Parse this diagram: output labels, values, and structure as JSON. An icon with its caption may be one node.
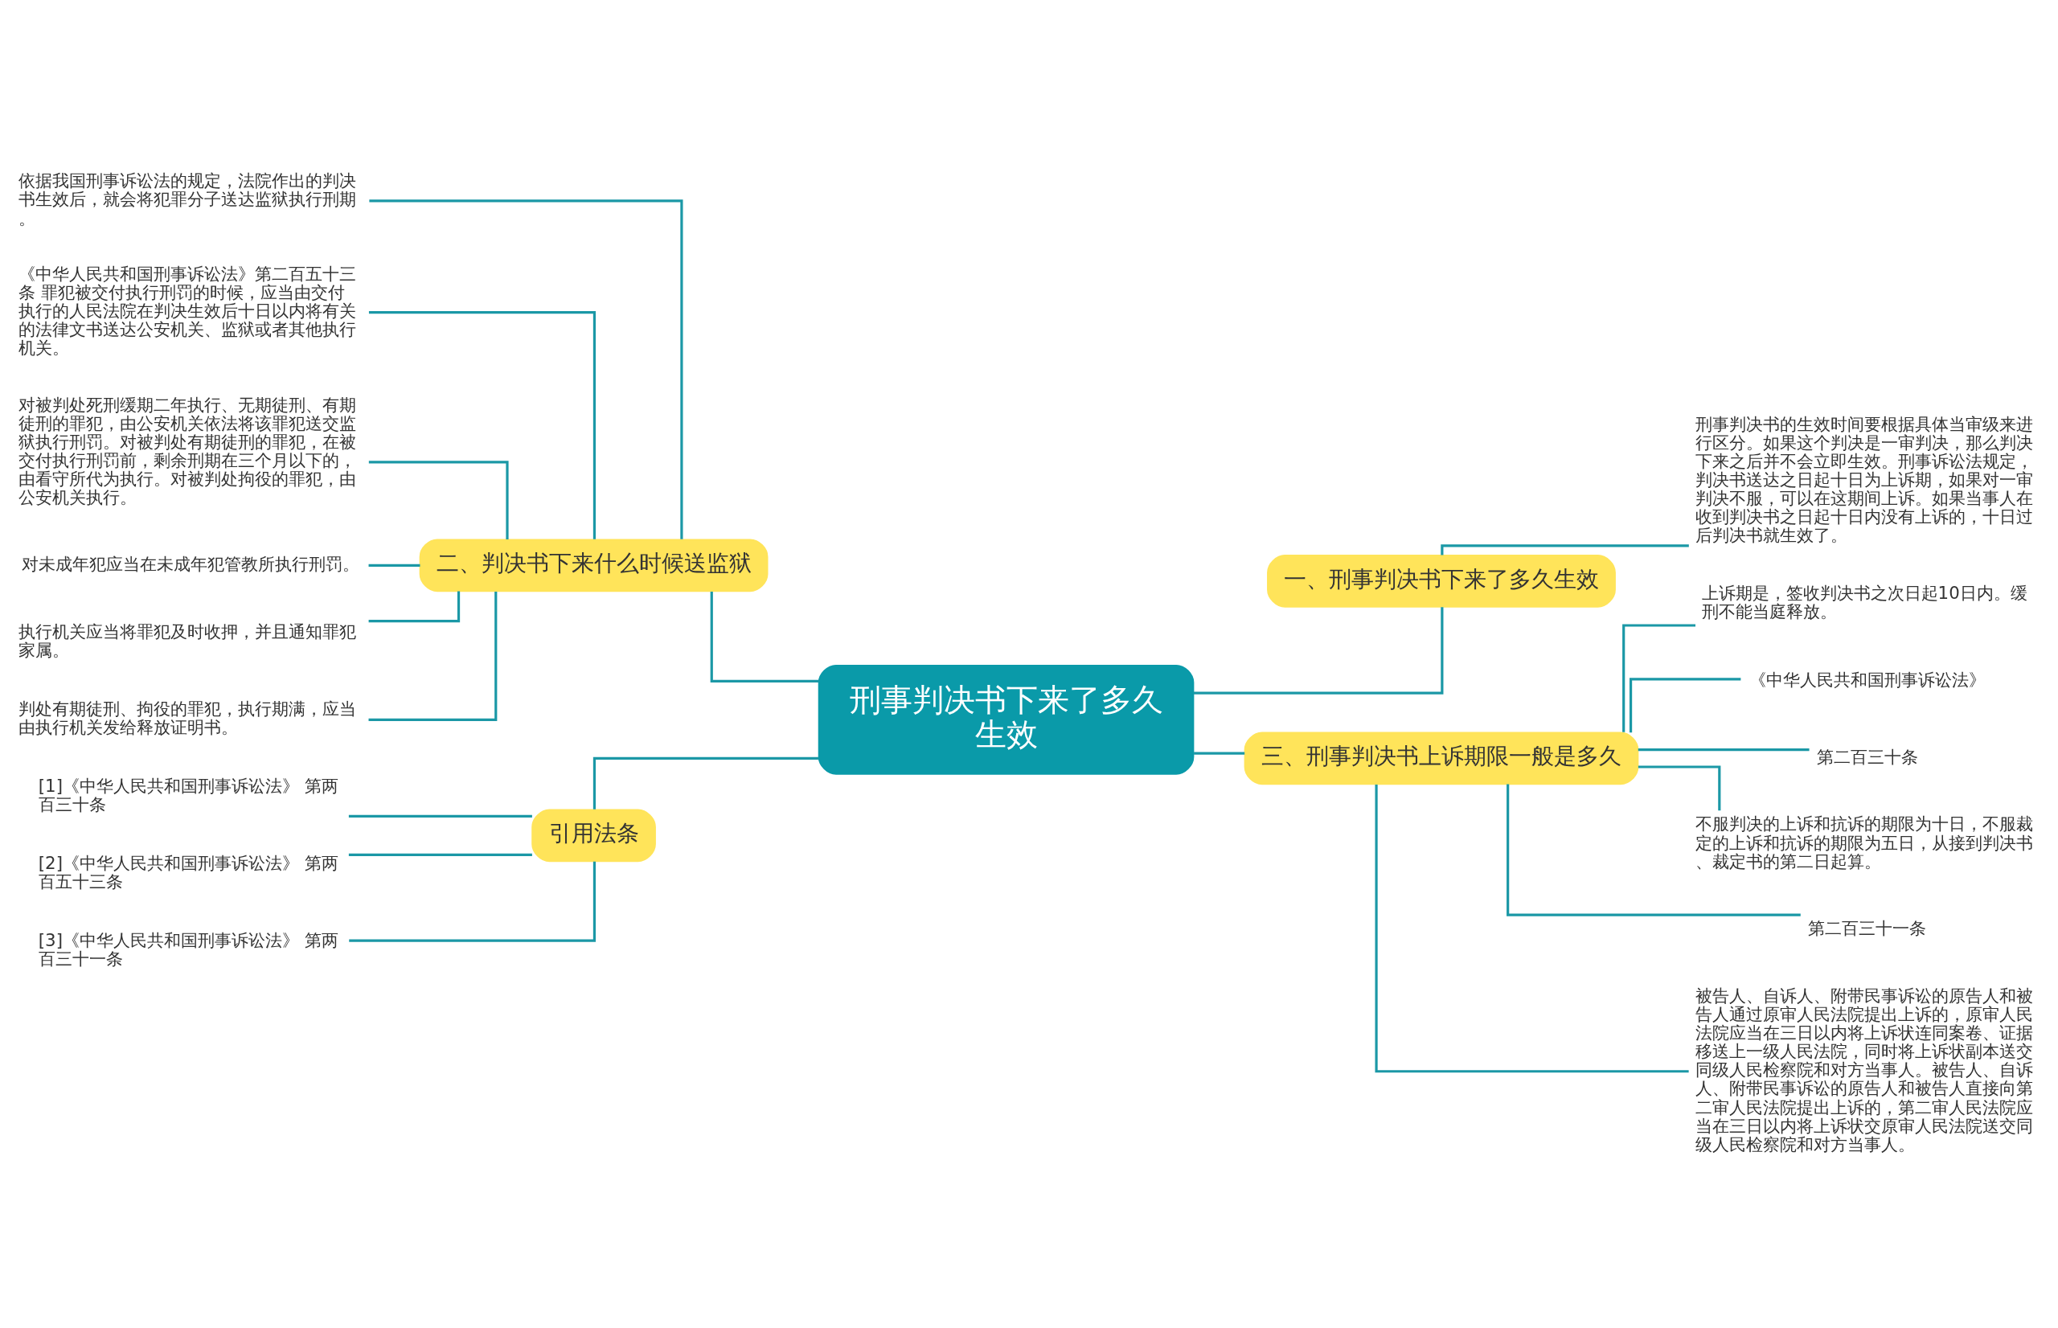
{
  "diagram": {
    "nodes": [
      {
        "text": [
          "刑事判决书下来了多久生效"
        ]
      },
      {
        "text": [
          "二、判决书下来什么时候送监狱"
        ]
      },
      {
        "text": [
          "依据我国刑事诉讼法的规定，法院作出的判决书生效后，就会将犯罪分子送达监狱执行刑期。"
        ]
      },
      {
        "text": [
          "《中华人民共和国刑事诉讼法》第二百五十三条 罪犯被交付执行刑罚的时候，应当由交付执行的人民法院在判决生效后十日以内将有关的法律文书送达公安机关、监狱或者其他执行机关。"
        ]
      },
      {
        "text": [
          "对被判处死刑缓期二年执行、无期徒刑、有期徒刑的罪犯，由公安机关依法将该罪犯送交监狱执行刑罚。对被判处有期徒刑的罪犯，在被交付执行刑罚前，剩余刑期在三个月以下的，由看守所代为执行。对被判处拘役的罪犯，由公安机关执行。"
        ]
      },
      {
        "text": [
          "对未成年犯应当在未成年犯管教所执行刑罚。"
        ]
      },
      {
        "text": [
          "执行机关应当将罪犯及时收押，并且通知罪犯家属。"
        ]
      },
      {
        "text": [
          "判处有期徒刑、拘役的罪犯，执行期满，应当由执行机关发给释放证明书。"
        ]
      },
      {
        "text": [
          "引用法条"
        ]
      },
      {
        "text": [
          "[1]《中华人民共和国刑事诉讼法》 第两百三十条"
        ]
      },
      {
        "text": [
          "[2]《中华人民共和国刑事诉讼法》 第两百五十三条"
        ]
      },
      {
        "text": [
          "[3]《中华人民共和国刑事诉讼法》 第两百三十一条"
        ]
      },
      {
        "text": [
          "一、刑事判决书下来了多久生效"
        ]
      },
      {
        "text": [
          "刑事判决书的生效时间要根据具体当审级来进行区分。如果这个判决是一审判决，那么判决下来之后并不会立即生效。刑事诉讼法规定，判决书送达之日起十日为上诉期，如果对一审判决不服，可以在这期间上诉。如果当事人在收到判决书之日起十日内没有上诉的，十日过后判决书就生效了。"
        ]
      },
      {
        "text": [
          "三、刑事判决书上诉期限一般是多久"
        ]
      },
      {
        "text": [
          "上诉期是，签收判决书之次日起10日内。缓刑不能当庭释放。"
        ]
      },
      {
        "text": [
          "《中华人民共和国刑事诉讼法》"
        ]
      },
      {
        "text": [
          "第二百三十条"
        ]
      },
      {
        "text": [
          "不服判决的上诉和抗诉的期限为十日，不服裁定的上诉和抗诉的期限为五日，从接到判决书、裁定书的第二日起算。"
        ]
      },
      {
        "text": [
          "第二百三十一条"
        ]
      },
      {
        "text": [
          "被告人、自诉人、附带民事诉讼的原告人和被告人通过原审人民法院提出上诉的，原审人民法院应当在三日以内将上诉状连同案卷、证据移送上一级人民法院，同时将上诉状副本送交同级人民检察院和对方当事人。被告人、自诉人、附带民事诉讼的原告人和被告人直接向第二审人民法院提出上诉的，第二审人民法院应当在三日以内将上诉状交原审人民法院送交同级人民检察院和对方当事人。"
        ]
      }
    ],
    "edges": [
      {
        "from": 0,
        "to": 1,
        "arrow": "none"
      },
      {
        "from": 1,
        "to": 2,
        "arrow": "none"
      },
      {
        "from": 1,
        "to": 3,
        "arrow": "none"
      },
      {
        "from": 1,
        "to": 4,
        "arrow": "none"
      },
      {
        "from": 1,
        "to": 5,
        "arrow": "none"
      },
      {
        "from": 1,
        "to": 6,
        "arrow": "none"
      },
      {
        "from": 1,
        "to": 7,
        "arrow": "none"
      },
      {
        "from": 0,
        "to": 8,
        "arrow": "none"
      },
      {
        "from": 8,
        "to": 9,
        "arrow": "none"
      },
      {
        "from": 8,
        "to": 10,
        "arrow": "none"
      },
      {
        "from": 8,
        "to": 11,
        "arrow": "none"
      },
      {
        "from": 0,
        "to": 12,
        "arrow": "none"
      },
      {
        "from": 12,
        "to": 13,
        "arrow": "none"
      },
      {
        "from": 0,
        "to": 14,
        "arrow": "none"
      },
      {
        "from": 14,
        "to": 15,
        "arrow": "none"
      },
      {
        "from": 14,
        "to": 16,
        "arrow": "none"
      },
      {
        "from": 14,
        "to": 17,
        "arrow": "none"
      },
      {
        "from": 14,
        "to": 18,
        "arrow": "none"
      },
      {
        "from": 14,
        "to": 19,
        "arrow": "none"
      },
      {
        "from": 14,
        "to": 20,
        "arrow": "none"
      }
    ]
  }
}
